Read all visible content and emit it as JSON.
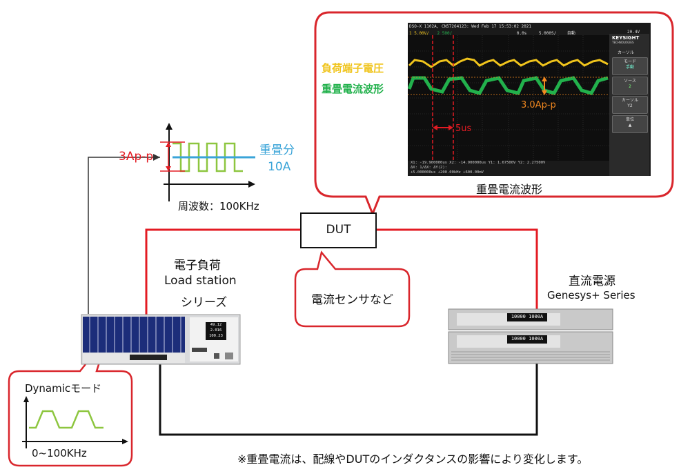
{
  "colors": {
    "wire_red": "#e31b23",
    "wire_black": "#111111",
    "callout_red": "#d9262c",
    "yellow_trace": "#f0c41c",
    "green_trace": "#22b14c",
    "orange": "#f4891f",
    "blue_level": "#3aa4d8",
    "green_wave": "#8dc63f"
  },
  "oscilloscope": {
    "header_line1": "DSO-X 1102A, CN57264123: Wed Feb 17 15:53:02 2021",
    "header_line2": {
      "ch1": "1   5.00V/",
      "ch2": "2   500/",
      "time": "0.0s",
      "timebase": "5.000S/",
      "mode": "自動",
      "trig": "1",
      "level": "20.4V"
    },
    "brand": "KEYSIGHT",
    "brand_sub": "TECHNOLOGIES",
    "menu_title": "カーソル",
    "softkeys": [
      {
        "label": "モード",
        "value": "手動"
      },
      {
        "label": "ソース",
        "value": "2"
      },
      {
        "label": "カーソル",
        "value": "Y2"
      },
      {
        "label": "単位",
        "value": ""
      }
    ],
    "readout_line1": "X1: -19.900000us   X2: -14.900000us   Y1: 1.67500V     Y2: 2.27500V",
    "readout_line2": "ΔX:                1/ΔX:               ΔY(2):",
    "readout_line3": "+5.000000us        +200.00kHz          +600.00mV",
    "label_voltage": "負荷端子電圧",
    "label_current": "重畳電流波形",
    "amp_label": "3.0Ap-p",
    "time_label": "5us",
    "caption": "重畳電流波形"
  },
  "waveform_inset": {
    "amp_label": "3Ap-p",
    "overlay_label_line1": "重畳分",
    "overlay_label_line2": "10A",
    "freq_label": "周波数：100KHz"
  },
  "dut": {
    "label": "DUT"
  },
  "callout_sensor": {
    "label": "電流センサなど"
  },
  "electronic_load": {
    "title": "電子負荷",
    "subtitle": "Load station",
    "series": "シリーズ",
    "display_lines": [
      "49.12",
      "2.016",
      "100.23"
    ]
  },
  "dc_supply": {
    "title": "直流電源",
    "subtitle": "Genesys+ Series",
    "display": "10000 1000A"
  },
  "dynamic_callout": {
    "title": "Dynamicモード",
    "freq": "0~100KHz"
  },
  "footnote": "※重畳電流は、配線やDUTのインダクタンスの影響により変化します。"
}
